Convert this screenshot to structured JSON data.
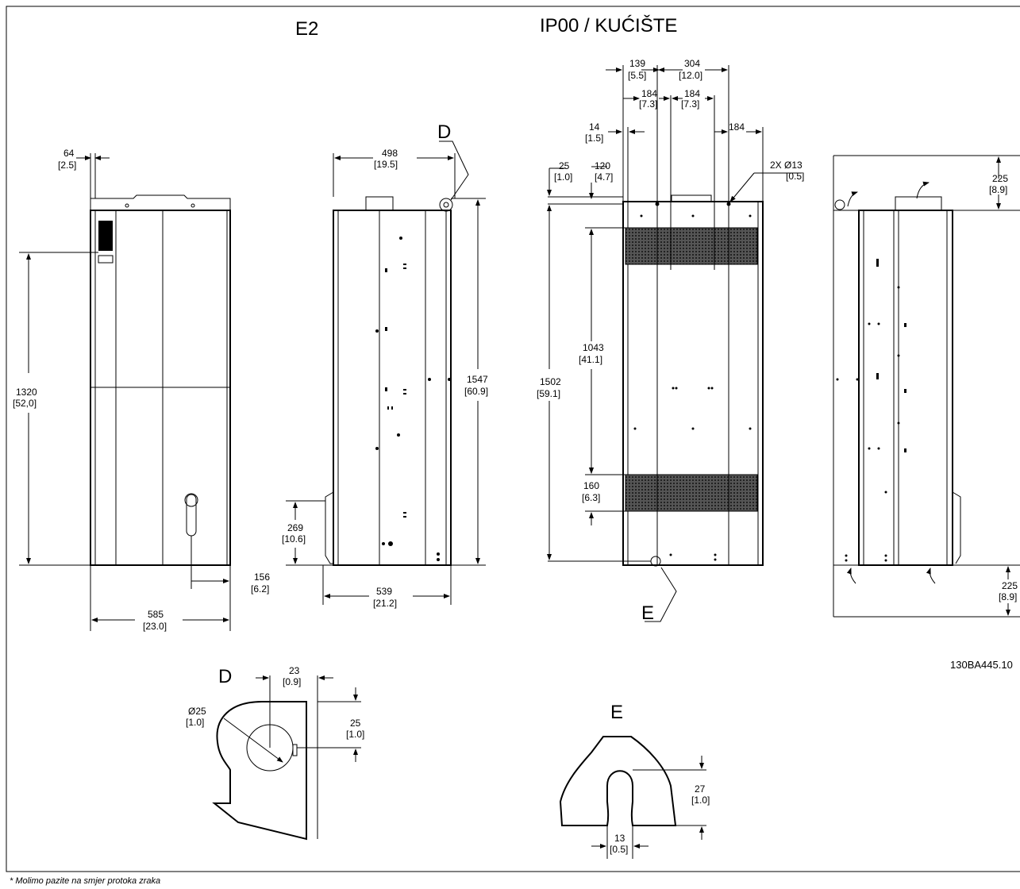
{
  "header": {
    "model": "E2",
    "title": "IP00 / KUĆIŠTE"
  },
  "front_view": {
    "width_label": "64\n[2.5]",
    "height_1320": [
      "1320",
      "[52,0]"
    ],
    "handle_offset": [
      "156",
      "[6.2]"
    ],
    "total_width": [
      "585",
      "[23.0]"
    ]
  },
  "side_view": {
    "depth_top": [
      "498",
      "[19.5]"
    ],
    "height_1547": [
      "1547",
      "[60.9]"
    ],
    "foot_height": [
      "269",
      "[10.6]"
    ],
    "depth_bottom": [
      "539",
      "[21.2]"
    ],
    "detail_marker": "D"
  },
  "back_view": {
    "d139": [
      "139",
      "[5.5]"
    ],
    "d304": [
      "304",
      "[12.0]"
    ],
    "d184a": [
      "184",
      "[7.3]"
    ],
    "d184b": [
      "184",
      "[7.3]"
    ],
    "d184c": "184",
    "d14": [
      "14",
      "[1.5]"
    ],
    "d25": [
      "25",
      "[1.0]"
    ],
    "d120": [
      "120",
      "[4.7]"
    ],
    "holes": [
      "2X Ø13",
      "[0.5]"
    ],
    "d1043": [
      "1043",
      "[41.1]"
    ],
    "d1502": [
      "1502",
      "[59.1]"
    ],
    "d160": [
      "160",
      "[6.3]"
    ],
    "detail_marker": "E"
  },
  "right_view": {
    "clearance_top": [
      "225",
      "[8.9]"
    ],
    "clearance_bottom": [
      "225",
      "[8.9]"
    ]
  },
  "doc_code": "130BA445.10",
  "detail_d": {
    "label": "D",
    "d23": [
      "23",
      "[0.9]"
    ],
    "dia25": [
      "Ø25",
      "[1.0]"
    ],
    "d25": [
      "25",
      "[1.0]"
    ]
  },
  "detail_e": {
    "label": "E",
    "d27": [
      "27",
      "[1.0]"
    ],
    "d13": [
      "13",
      "[0.5]"
    ]
  },
  "footnote": "* Molimo pazite na smjer protoka zraka"
}
